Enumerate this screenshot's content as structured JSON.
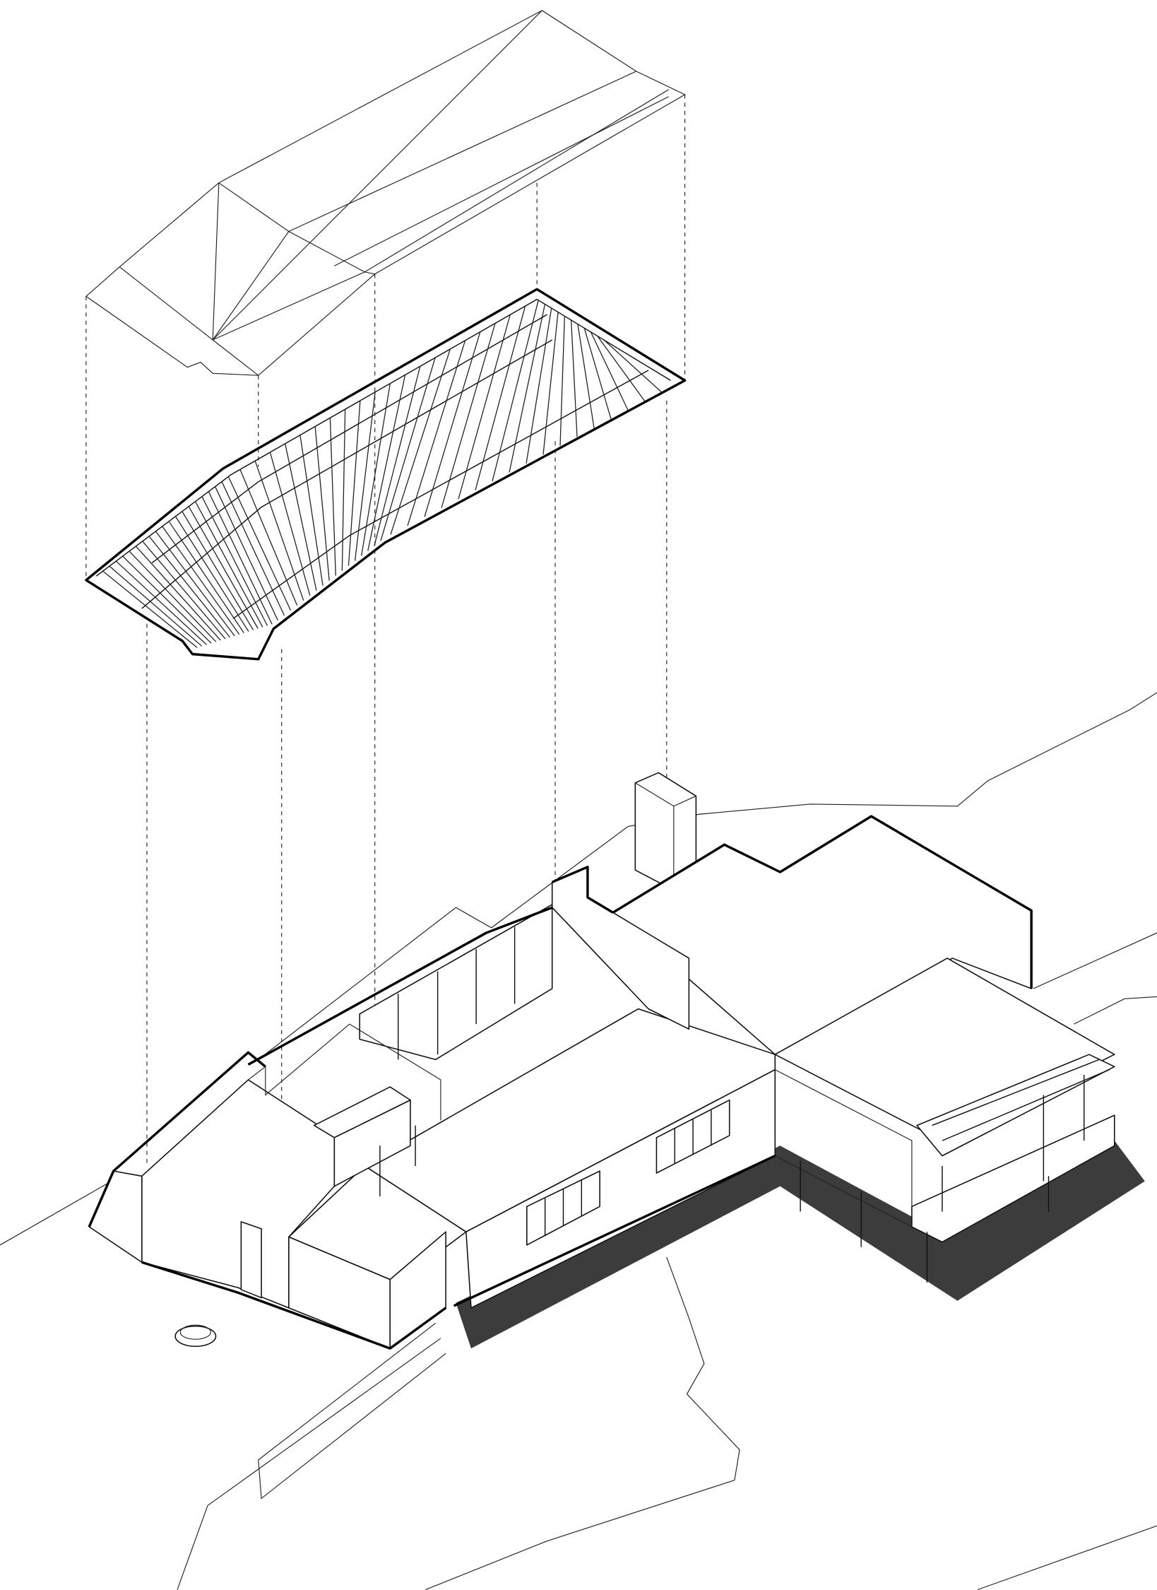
{
  "drawing": {
    "type": "exploded axonometric",
    "layers": [
      "roof-outline",
      "roof-framing",
      "building",
      "terrain"
    ]
  },
  "colors": {
    "line": "#111111",
    "shadow": "#3c3c3c",
    "background": "#ffffff"
  }
}
